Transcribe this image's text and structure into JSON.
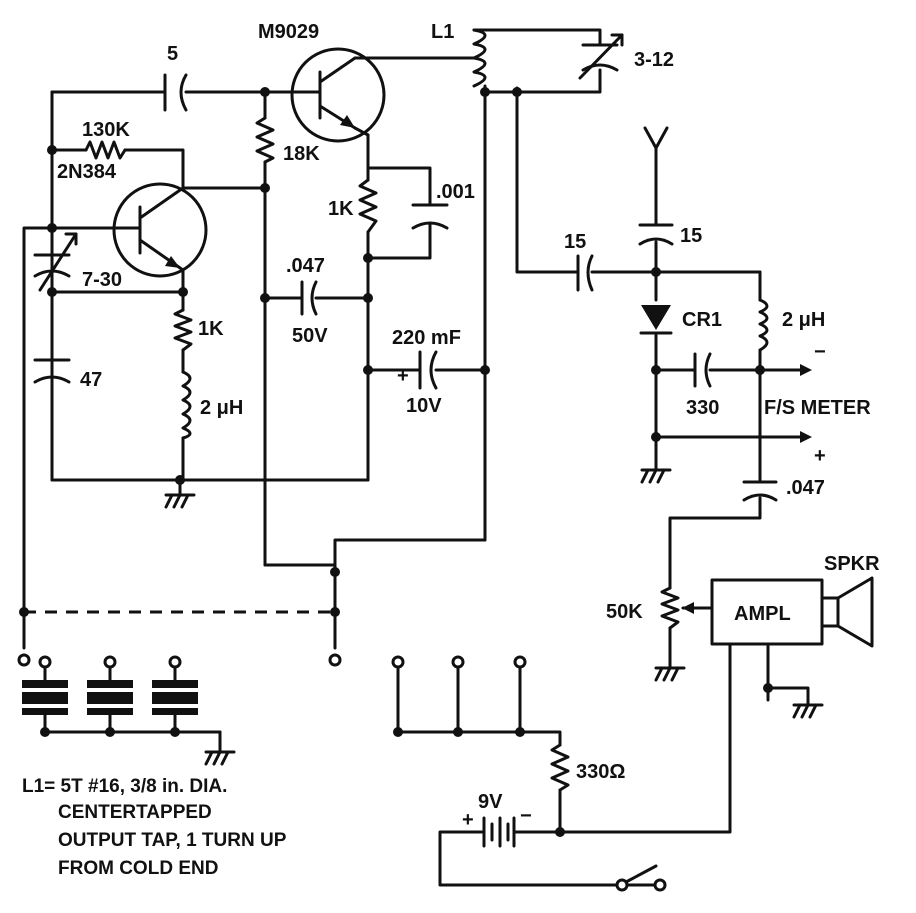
{
  "transistors": {
    "q1": "M9029",
    "q2": "2N384"
  },
  "coil": {
    "name": "L1"
  },
  "capacitors": {
    "c_input": "5",
    "c_trim_l1": "3-12",
    "c_trim_q2": "7-30",
    "c_47": "47",
    "c_001": ".001",
    "c_047_value": ".047",
    "c_047_voltage": "50V",
    "c_220_value": "220 mF",
    "c_220_voltage": "10V",
    "c_coupling": "15",
    "c_antenna": "15",
    "c_330": "330",
    "c_047_audio": ".047"
  },
  "resistors": {
    "r_130k": "130K",
    "r_18k": "18K",
    "r_1k_a": "1K",
    "r_1k_b": "1K",
    "r_330": "330Ω",
    "pot_50k": "50K"
  },
  "inductors": {
    "l_2uh_a": "2 μH",
    "l_2uh_b": "2 μH"
  },
  "diode": "CR1",
  "meter": {
    "label": "F/S METER",
    "minus": "−",
    "plus": "+"
  },
  "battery": {
    "label": "9V",
    "plus": "+",
    "minus": "−"
  },
  "amplifier": {
    "label": "AMPL"
  },
  "speaker": {
    "label": "SPKR"
  },
  "notes": [
    "L1= 5T #16, 3/8 in. DIA.",
    "CENTERTAPPED",
    "OUTPUT TAP, 1 TURN UP",
    "FROM COLD END"
  ]
}
